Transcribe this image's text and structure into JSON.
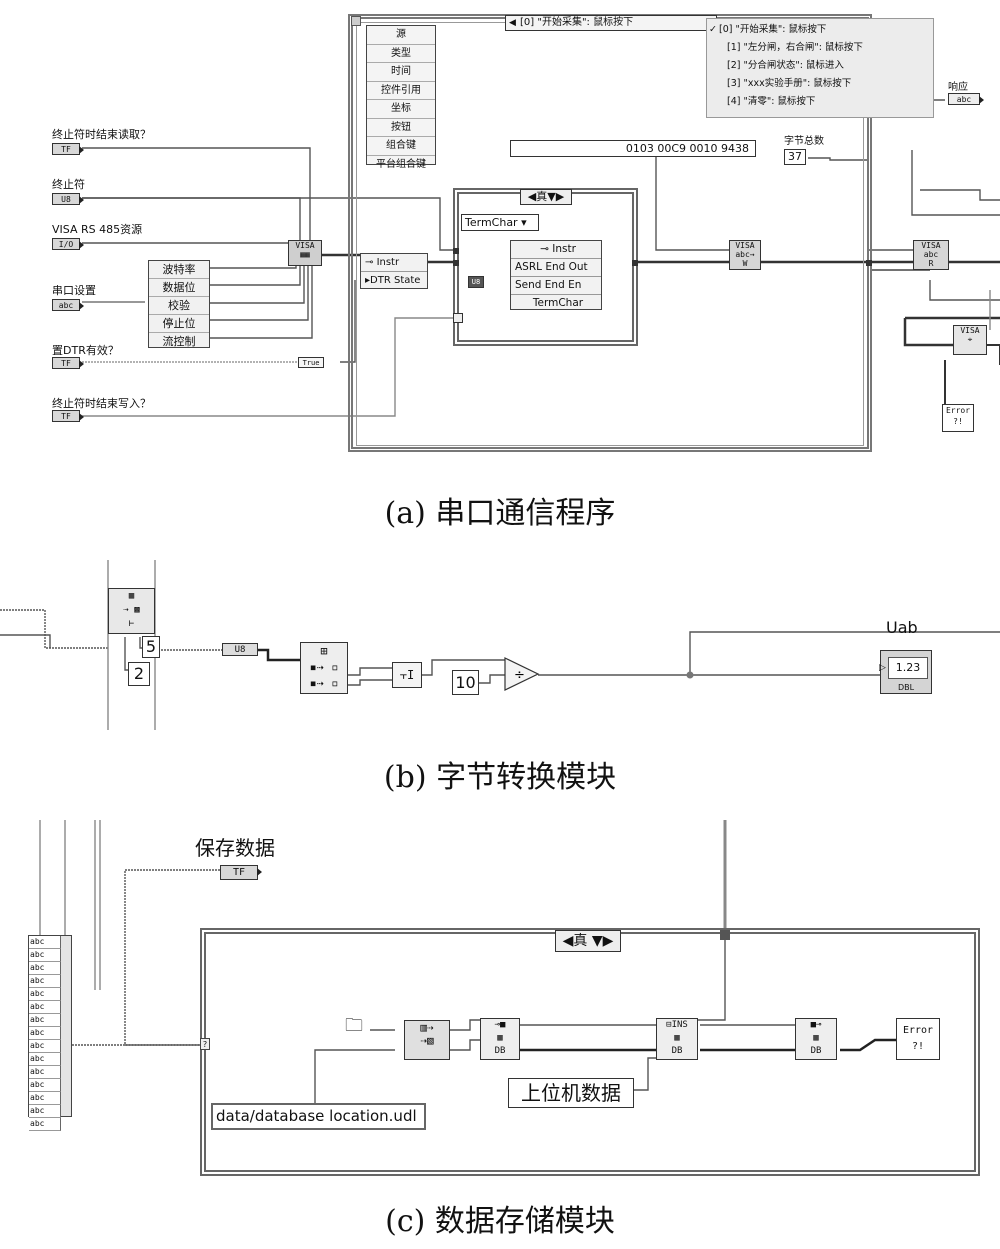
{
  "panel_a": {
    "caption": "(a)  串口通信程序",
    "controls": [
      {
        "label": "终止符时结束读取？",
        "term": "TF"
      },
      {
        "label": "终止符",
        "term": "U8"
      },
      {
        "label": "VISA RS 485资源",
        "term": "I/O"
      },
      {
        "label": "串口设置",
        "term": "abc"
      },
      {
        "label": "置DTR有效？",
        "term": "TF"
      },
      {
        "label": "终止符时结束写入？",
        "term": "TF"
      }
    ],
    "serial_settings": [
      "波特率",
      "数据位",
      "校验",
      "停止位",
      "流控制"
    ],
    "event_data_items": [
      "源",
      "类型",
      "时间",
      "控件引用",
      "坐标",
      "按钮",
      "组合键",
      "平台组合键"
    ],
    "event_selector": "[0] \"开始采集\": 鼠标按下",
    "event_menu": [
      "[0] \"开始采集\": 鼠标按下",
      "[1] \"左分闸，右合闸\": 鼠标按下",
      "[2] \"分合闸状态\": 鼠标进入",
      "[3] \"xxx实验手册\": 鼠标按下",
      "[4] \"清零\": 鼠标按下"
    ],
    "checkmark": "✓",
    "case_selector": "真",
    "termchar_label": "TermChar",
    "property_node_left": [
      "Instr",
      "DTR State"
    ],
    "property_node_right": [
      "Instr",
      "ASRL End Out",
      "Send End En",
      "TermChar"
    ],
    "hex_string": "0103 00C9 0010 9438",
    "byte_count_label": "字节总数",
    "byte_count_value": "37",
    "response_label": "响应",
    "response_term": "abc",
    "error_text": "Error ?!"
  },
  "panel_b": {
    "caption": "(b)  字节转换模块",
    "const_5": "5",
    "const_2": "2",
    "const_10": "10",
    "u8_label": "U8",
    "indicator_label": "Uab",
    "indicator_value": "1.23",
    "indicator_type": "DBL"
  },
  "panel_c": {
    "caption": "(c)  数据存储模块",
    "save_label": "保存数据",
    "save_term": "TF",
    "case_selector": "真",
    "path_text": "data/database location.udl",
    "host_data_label": "上位机数据",
    "array_cell": "abc",
    "db_label": "DB",
    "ins_label": "INS",
    "error_text": "Error ?!"
  }
}
